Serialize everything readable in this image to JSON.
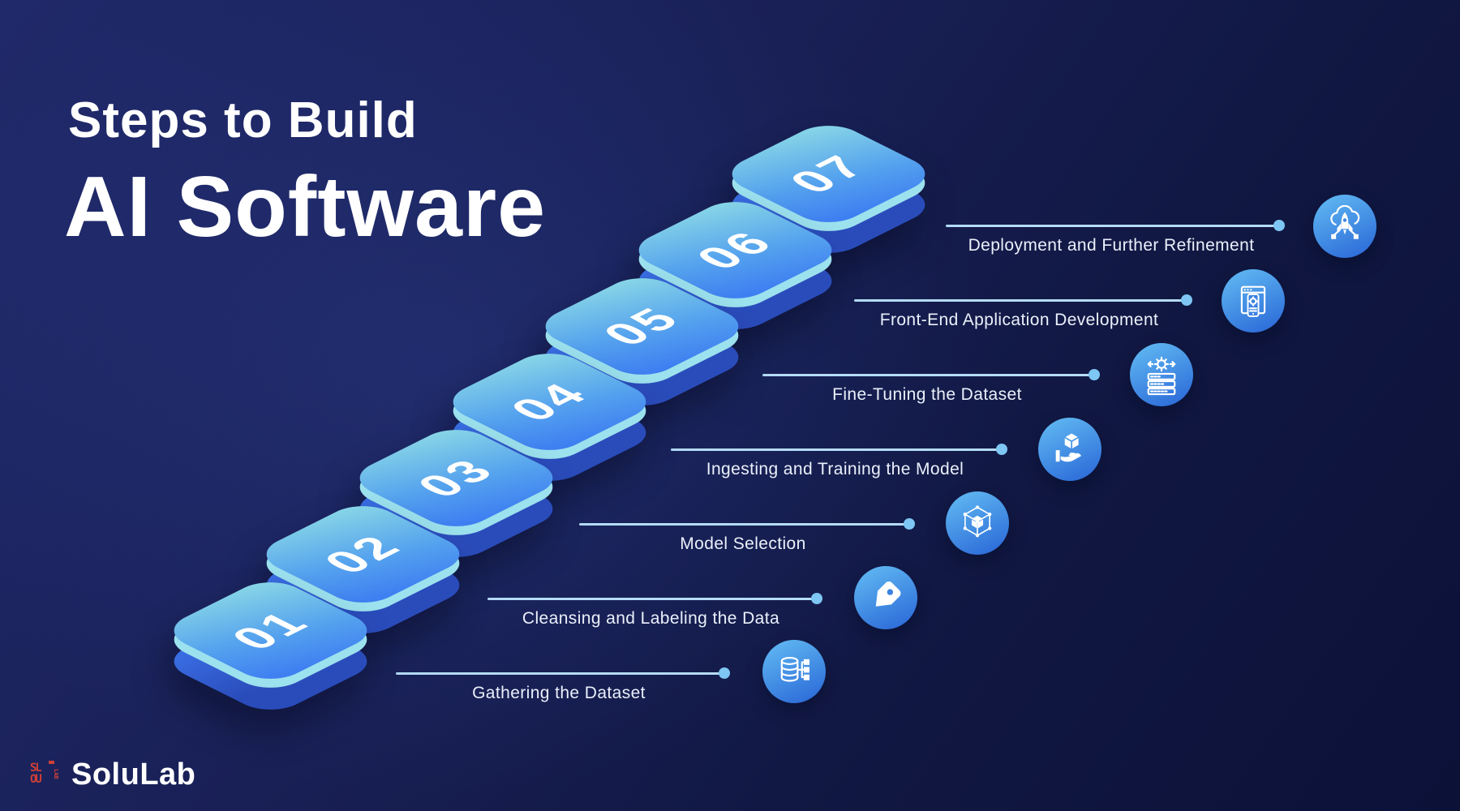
{
  "title": {
    "line1": "Steps to Build",
    "line2": "AI Software"
  },
  "steps": [
    {
      "number": "01",
      "label": "Gathering the Dataset",
      "icon": "database-tree-icon"
    },
    {
      "number": "02",
      "label": "Cleansing and Labeling the Data",
      "icon": "tag-icon"
    },
    {
      "number": "03",
      "label": "Model Selection",
      "icon": "wireframe-cube-icon"
    },
    {
      "number": "04",
      "label": "Ingesting and Training the Model",
      "icon": "hand-cube-icon"
    },
    {
      "number": "05",
      "label": "Fine-Tuning the Dataset",
      "icon": "gear-server-icon"
    },
    {
      "number": "06",
      "label": "Front-End Application Development",
      "icon": "mobile-app-icon"
    },
    {
      "number": "07",
      "label": "Deployment and Further Refinement",
      "icon": "rocket-cloud-icon"
    }
  ],
  "brand": {
    "name": "SoluLab",
    "mark": "solulab-mark-icon",
    "mark_color": "#cf4036"
  },
  "colors": {
    "background_top_left": "#20296a",
    "background_bottom_right": "#0c1138",
    "tile_top_light": "#8ad8e6",
    "tile_top_deep": "#3a78f2",
    "tile_rim": "#9ce1ee",
    "tile_side_hi": "#3a6fe4",
    "tile_side_lo": "#2a4cbb",
    "connector_line": "#b5dcf8",
    "connector_dot": "#7ec6f4",
    "icon_circle_hi": "#5eb6f1",
    "icon_circle_lo": "#2f6fda",
    "label_text": "#eaf0fa",
    "title_text": "#ffffff"
  }
}
